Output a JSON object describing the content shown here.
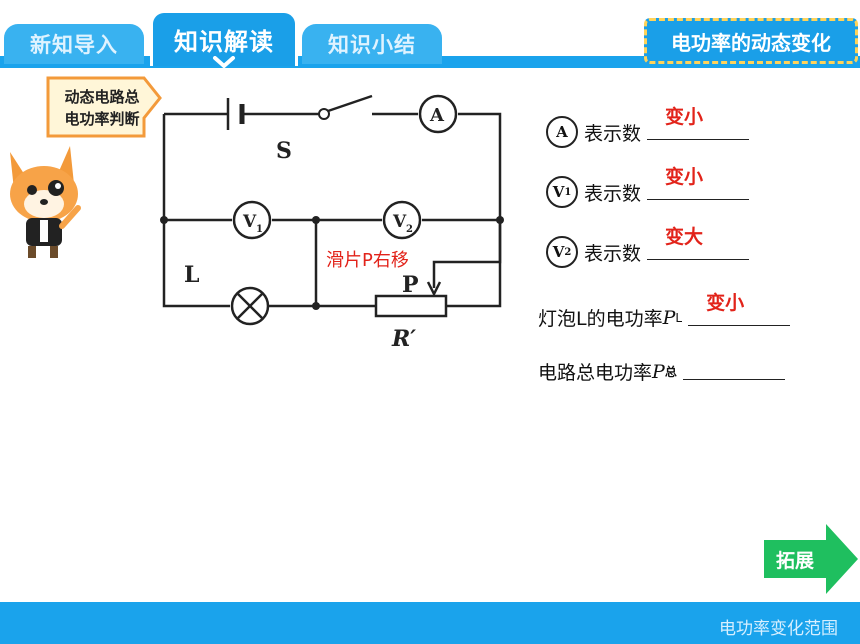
{
  "tabs": [
    {
      "label": "新知导入",
      "active": false
    },
    {
      "label": "知识解读",
      "active": true
    },
    {
      "label": "知识小结",
      "active": false
    }
  ],
  "title_badge": "电功率的动态变化",
  "mascot_bubble": {
    "line1": "动态电路总",
    "line2": "电功率判断"
  },
  "circuit": {
    "switch_label": "S",
    "ammeter": "A",
    "voltmeter1": "V",
    "voltmeter1_sub": "1",
    "voltmeter2": "V",
    "voltmeter2_sub": "2",
    "lamp_label": "L",
    "slider_label": "P",
    "rheostat_label": "R′",
    "slider_note": "滑片P右移"
  },
  "questions": [
    {
      "meter": "A",
      "sub": "",
      "text": "表示数",
      "answer": "变小"
    },
    {
      "meter": "V",
      "sub": "1",
      "text": "表示数",
      "answer": "变小"
    },
    {
      "meter": "V",
      "sub": "2",
      "text": "表示数",
      "answer": "变大"
    }
  ],
  "power_lamp": {
    "text": "灯泡L的电功率",
    "symbol": "P",
    "sub": "L",
    "answer": "变小"
  },
  "power_total": {
    "text": "电路总电功率",
    "symbol": "P",
    "sub": "总",
    "answer": ""
  },
  "next_button": "拓展",
  "bottom_link": "电功率变化范围",
  "colors": {
    "primary": "#1aa3ec",
    "answer": "#e2231a",
    "badge_border": "#ffd35a",
    "next": "#1fbf5f"
  }
}
